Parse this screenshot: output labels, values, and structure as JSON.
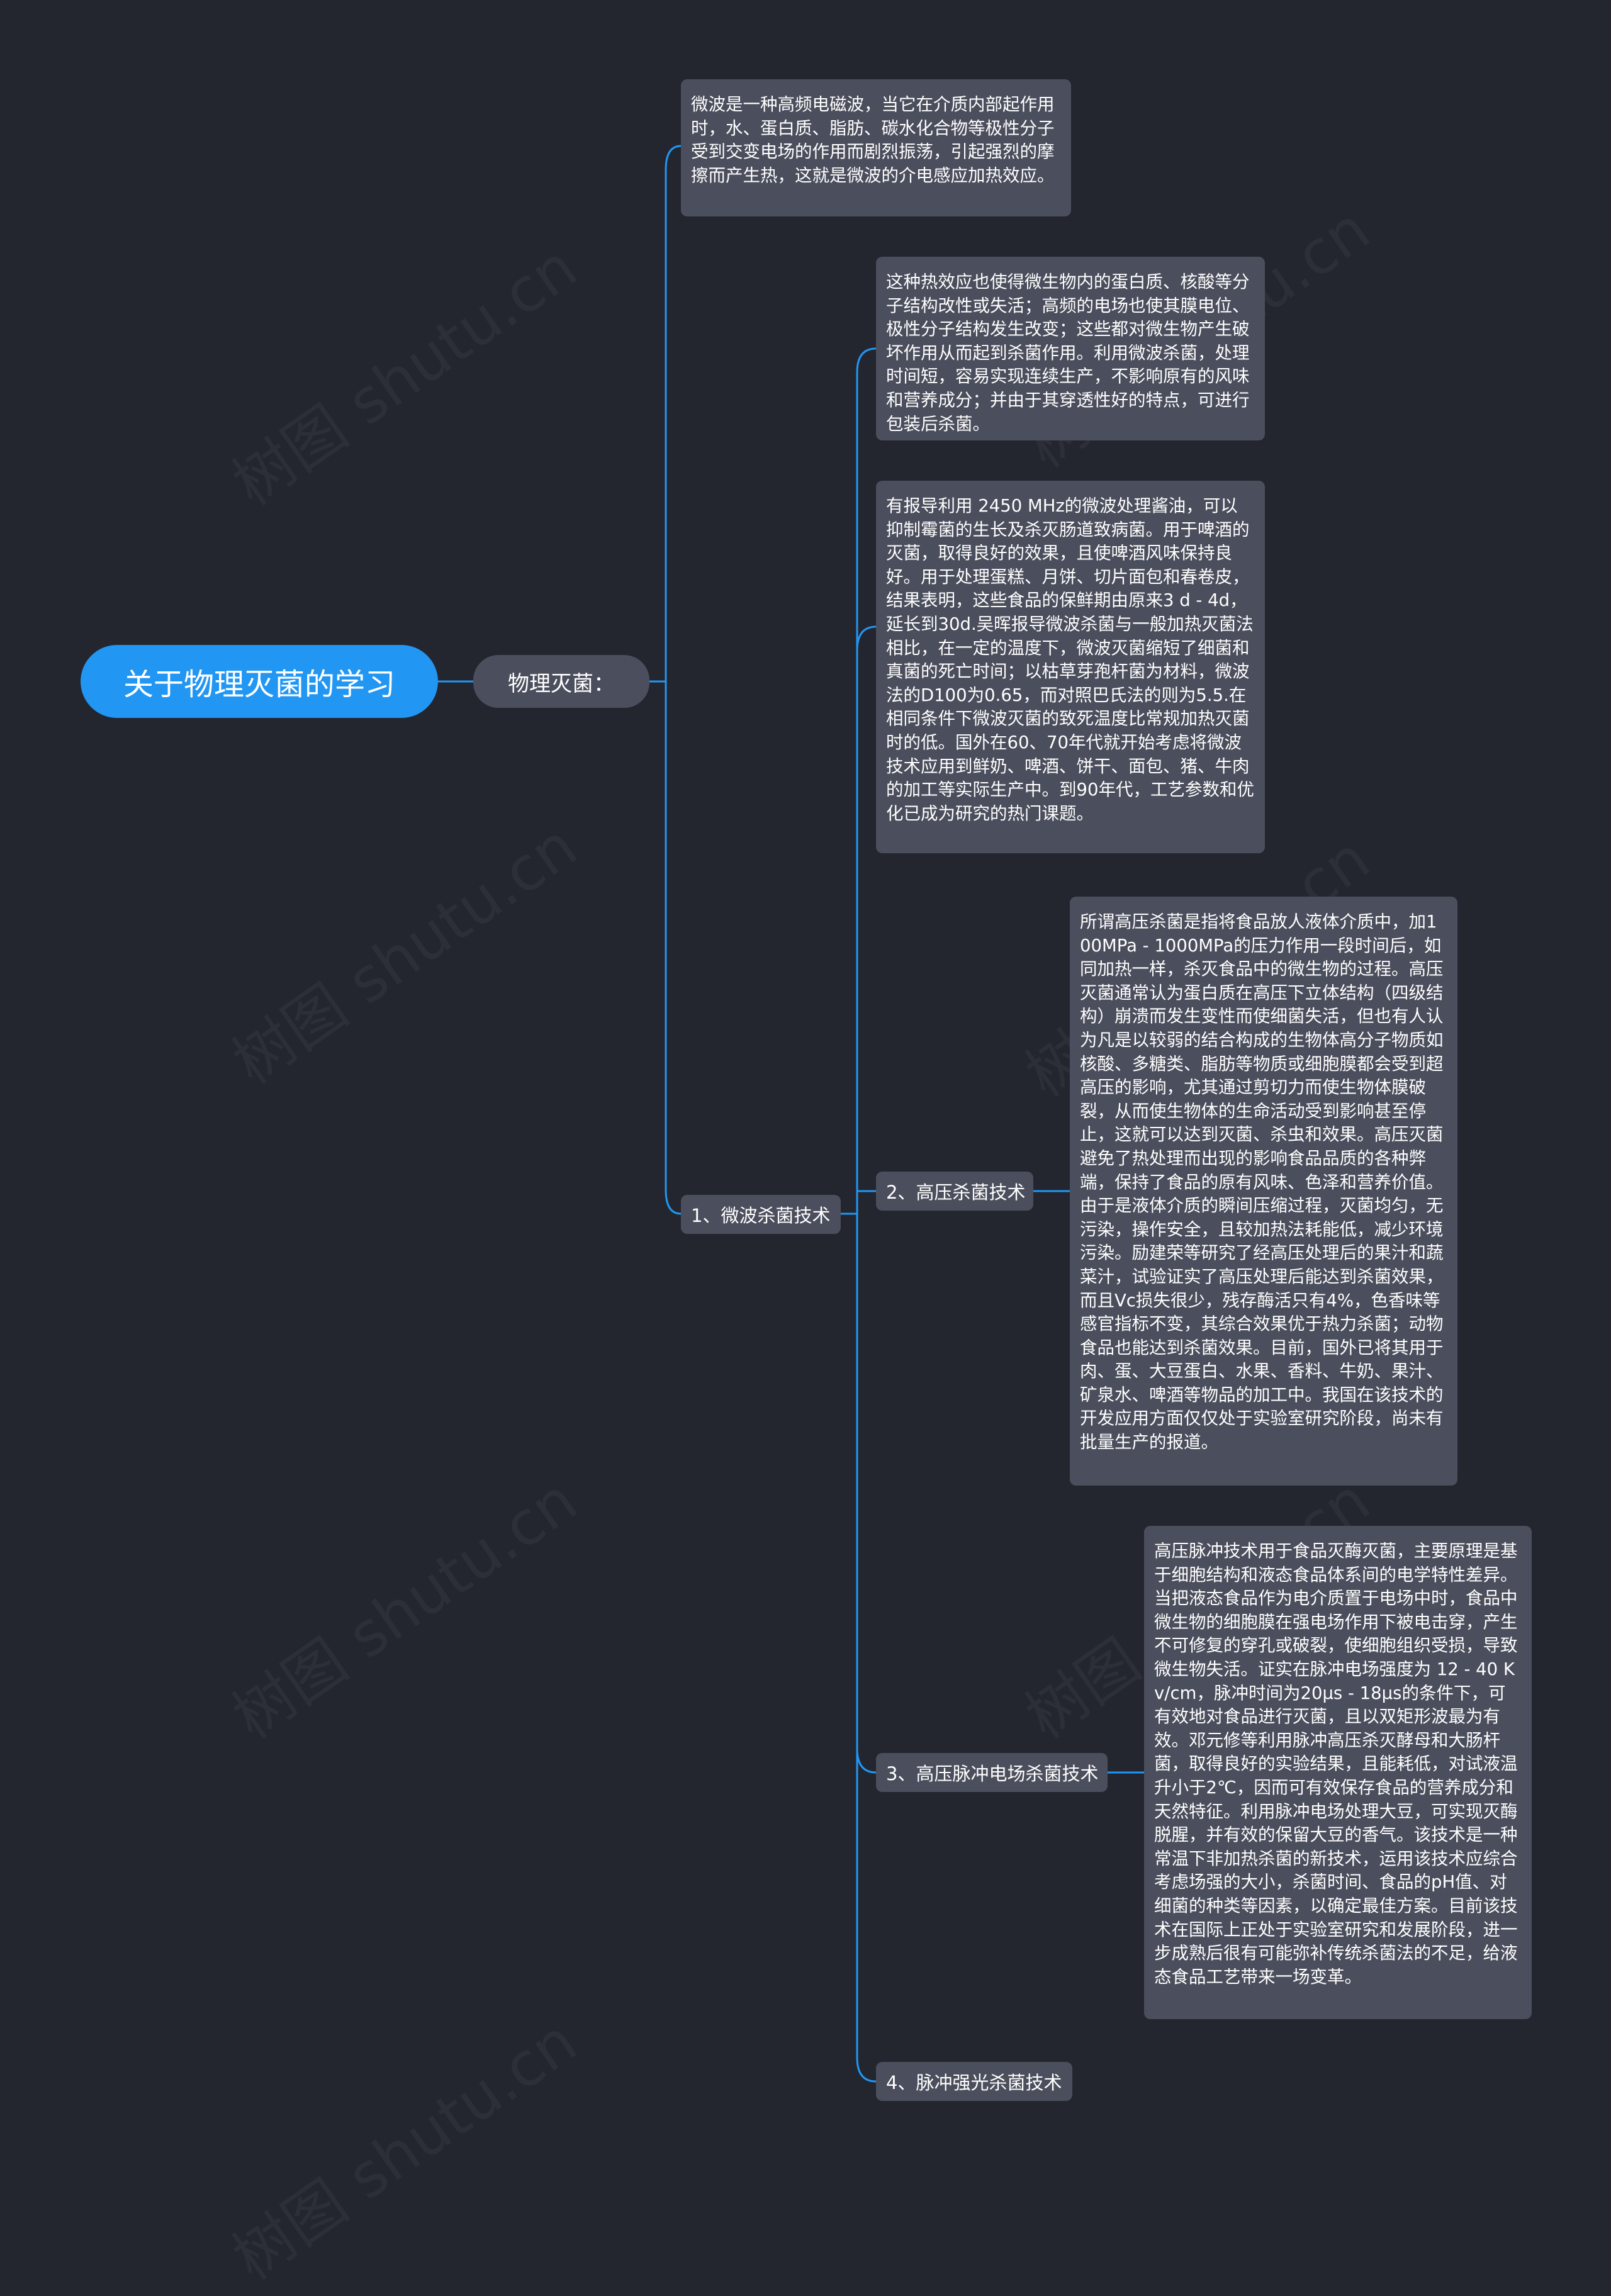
{
  "root": {
    "label": "关于物理灭菌的学习"
  },
  "level1": {
    "label": "物理灭菌："
  },
  "intro_note": "微波是一种高频电磁波，当它在介质内部起作用时，水、蛋白质、脂肪、碳水化合物等极性分子受到交变电场的作用而剧烈振荡，引起强烈的摩擦而产生热，这就是微波的介电感应加热效应。",
  "microwave": {
    "label": "1、微波杀菌技术",
    "notes": [
      "这种热效应也使得微生物内的蛋白质、核酸等分子结构改性或失活；高频的电场也使其膜电位、极性分子结构发生改变；这些都对微生物产生破坏作用从而起到杀菌作用。利用微波杀菌，处理时间短，容易实现连续生产，不影响原有的风味和营养成分；并由于其穿透性好的特点，可进行包装后杀菌。",
      "有报导利用 2450 MHz的微波处理酱油，可以抑制霉菌的生长及杀灭肠道致病菌。用于啤酒的灭菌，取得良好的效果，且使啤酒风味保持良好。用于处理蛋糕、月饼、切片面包和春卷皮，结果表明，这些食品的保鲜期由原来3 d - 4d，延长到30d.吴晖报导微波杀菌与一般加热灭菌法相比，在一定的温度下，微波灭菌缩短了细菌和真菌的死亡时间；以枯草芽孢杆菌为材料，微波法的D100为0.65，而对照巴氏法的则为5.5.在相同条件下微波灭菌的致死温度比常规加热灭菌时的低。国外在60、70年代就开始考虑将微波技术应用到鲜奶、啤酒、饼干、面包、猪、牛肉的加工等实际生产中。到90年代，工艺参数和优化已成为研究的热门课题。"
    ]
  },
  "high_pressure": {
    "label": "2、高压杀菌技术",
    "note": "所谓高压杀菌是指将食品放人液体介质中，加100MPa - 1000MPa的压力作用一段时间后，如同加热一样，杀灭食品中的微生物的过程。高压灭菌通常认为蛋白质在高压下立体结构（四级结构）崩溃而发生变性而使细菌失活，但也有人认为凡是以较弱的结合构成的生物体高分子物质如核酸、多糖类、脂肪等物质或细胞膜都会受到超高压的影响，尤其通过剪切力而使生物体膜破裂，从而使生物体的生命活动受到影响甚至停止，这就可以达到灭菌、杀虫和效果。高压灭菌避免了热处理而出现的影响食品品质的各种弊端，保持了食品的原有风味、色泽和营养价值。由于是液体介质的瞬间压缩过程，灭菌均匀，无污染，操作安全，且较加热法耗能低，减少环境污染。励建荣等研究了经高压处理后的果汁和蔬菜汁，试验证实了高压处理后能达到杀菌效果，而且Vc损失很少，残存酶活只有4%，色香味等感官指标不变，其综合效果优于热力杀菌；动物食品也能达到杀菌效果。目前，国外已将其用于肉、蛋、大豆蛋白、水果、香料、牛奶、果汁、矿泉水、啤酒等物品的加工中。我国在该技术的开发应用方面仅仅处于实验室研究阶段，尚未有批量生产的报道。"
  },
  "pulsed_electric": {
    "label": "3、高压脉冲电场杀菌技术",
    "note": "高压脉冲技术用于食品灭酶灭菌，主要原理是基于细胞结构和液态食品体系间的电学特性差异。当把液态食品作为电介质置于电场中时，食品中微生物的细胞膜在强电场作用下被电击穿，产生不可修复的穿孔或破裂，使细胞组织受损，导致微生物失活。证实在脉冲电场强度为 12 - 40 Kv/cm，脉冲时间为20μs - 18μs的条件下，可有效地对食品进行灭菌，且以双矩形波最为有效。邓元修等利用脉冲高压杀灭酵母和大肠杆菌，取得良好的实验结果，且能耗低，对试液温升小于2℃，因而可有效保存食品的营养成分和天然特征。利用脉冲电场处理大豆，可实现灭酶脱腥，并有效的保留大豆的香气。该技术是一种常温下非加热杀菌的新技术，运用该技术应综合考虑场强的大小，杀菌时间、食品的pH值、对细菌的种类等因素，以确定最佳方案。目前该技术在国际上正处于实验室研究和发展阶段，进一步成熟后很有可能弥补传统杀菌法的不足，给液态食品工艺带来一场变革。"
  },
  "pulsed_light": {
    "label": "4、脉冲强光杀菌技术"
  },
  "watermark": "树图 shutu.cn",
  "colors": {
    "background": "#23262f",
    "root": "#2196f3",
    "node": "#4b4f5d",
    "connector": "#2196f3"
  }
}
